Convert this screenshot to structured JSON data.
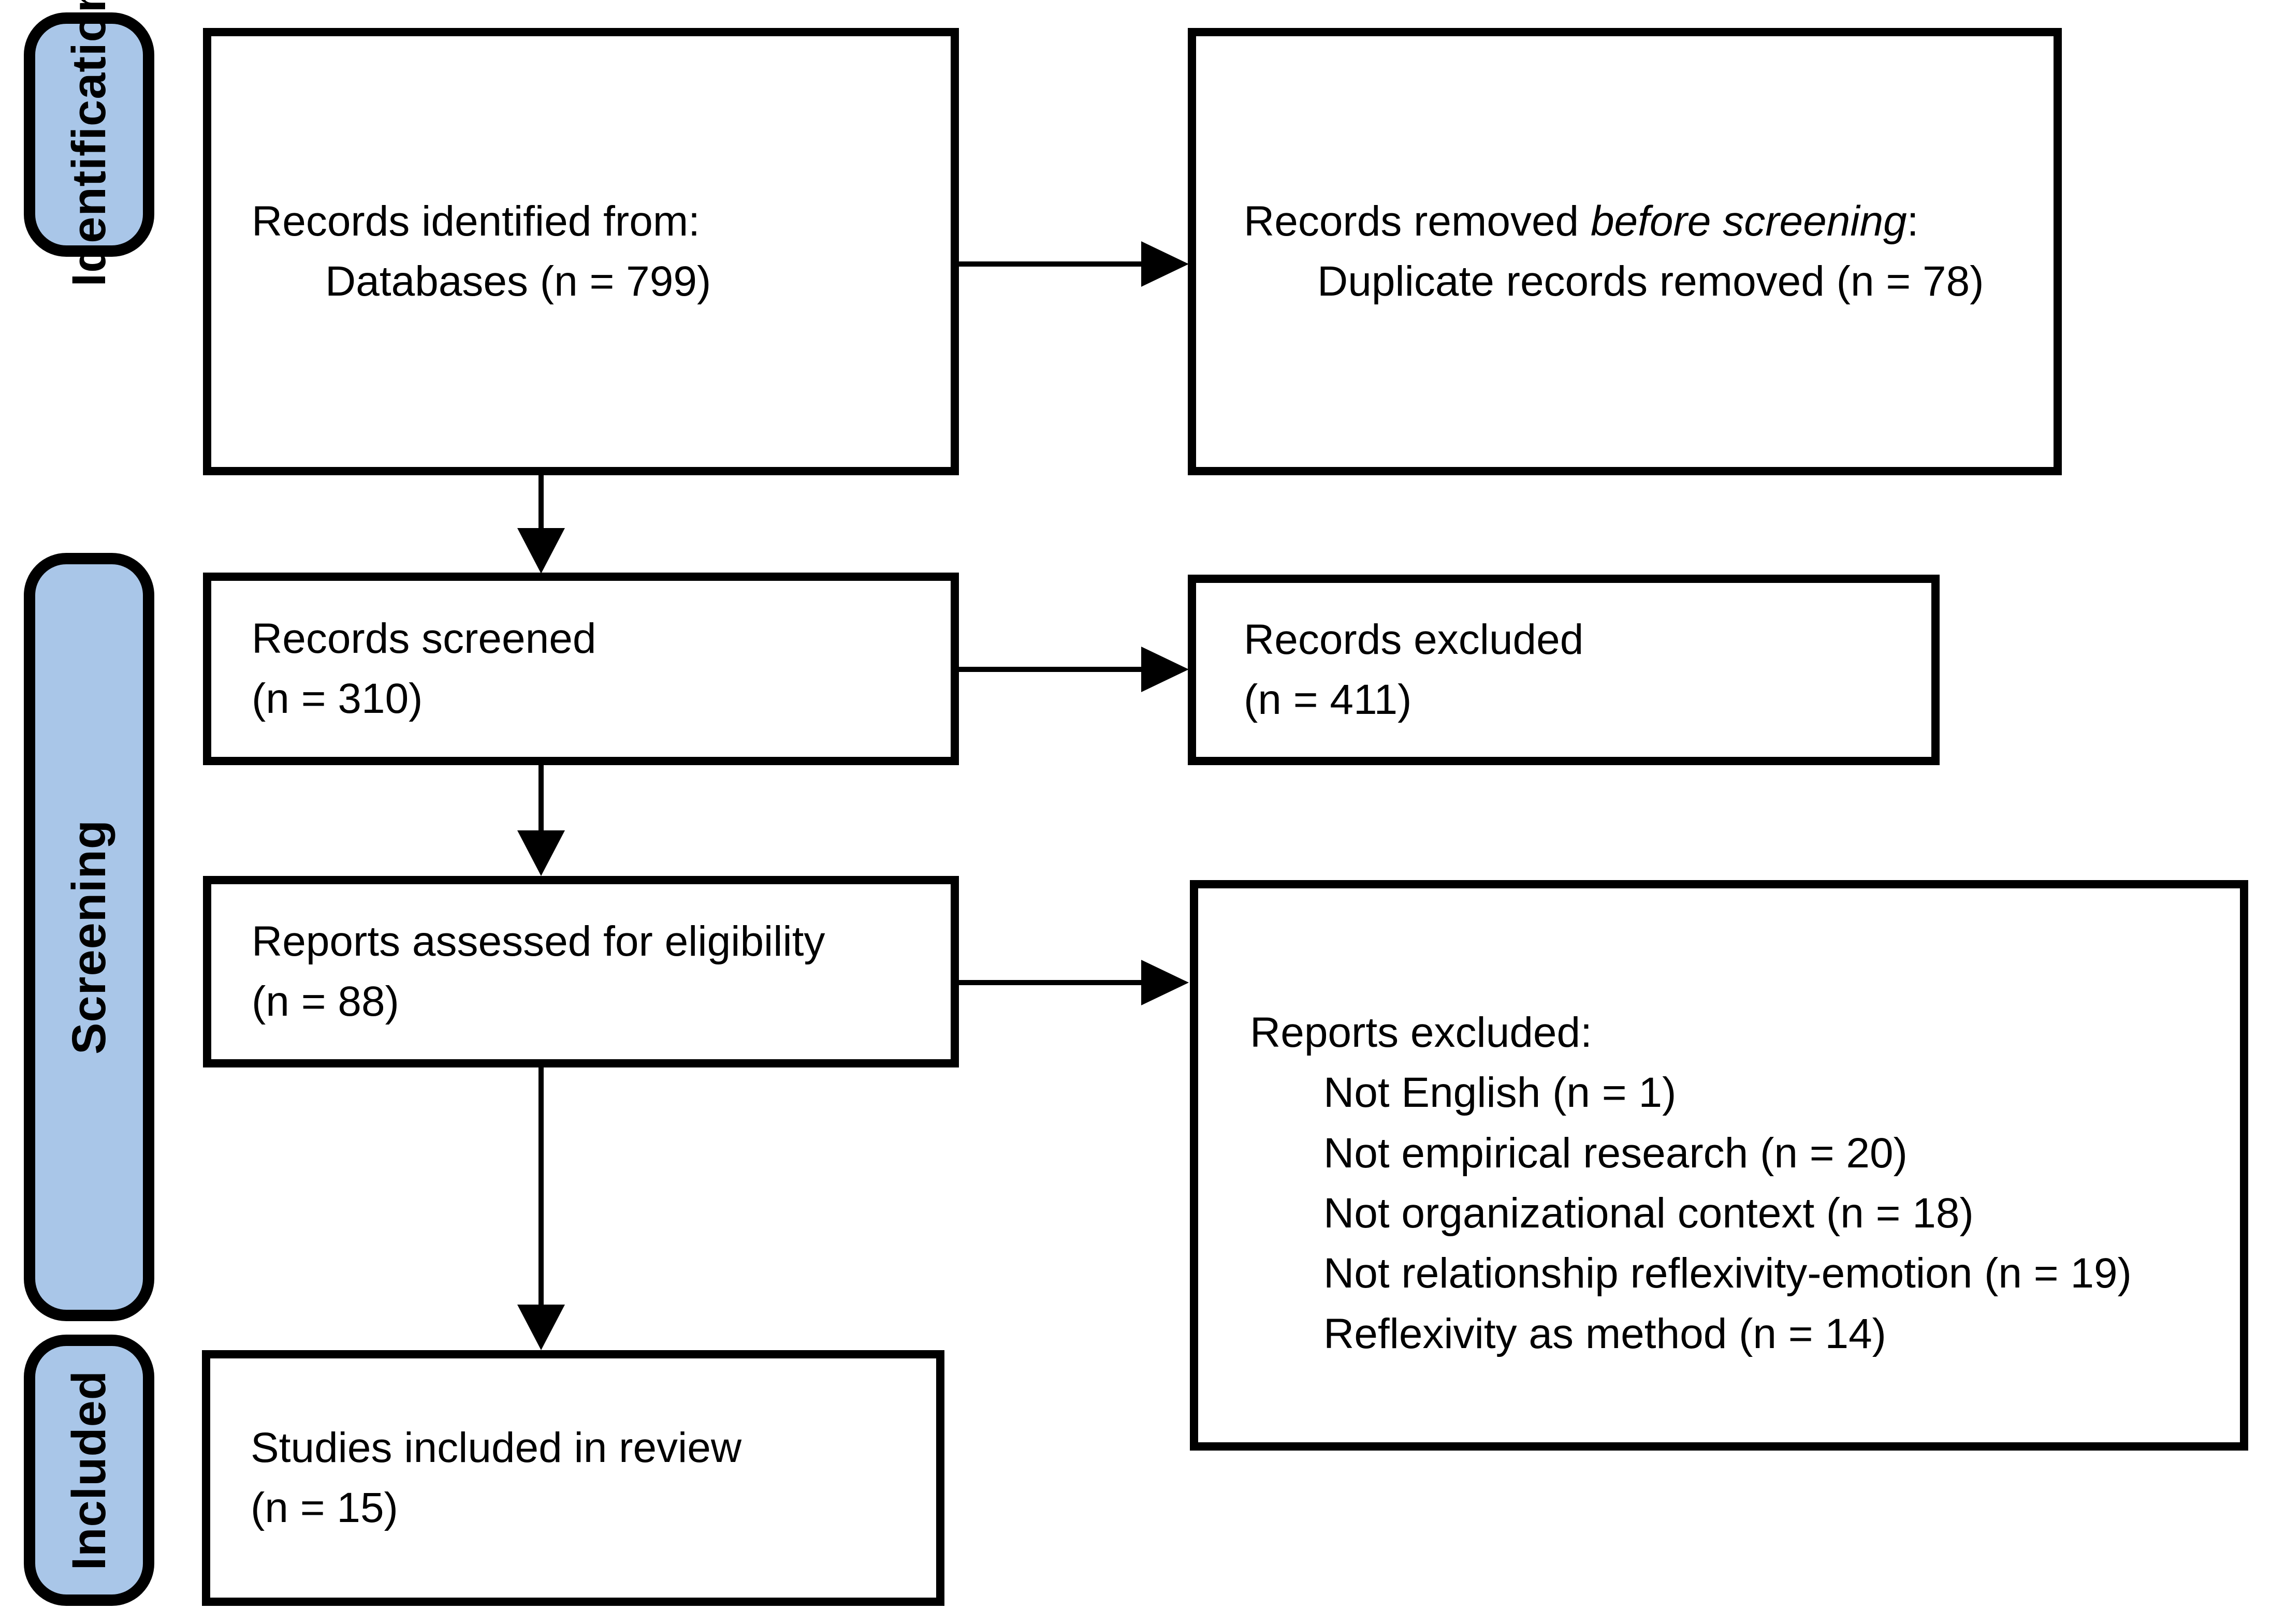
{
  "figure": {
    "type": "prisma-flow-diagram",
    "background_color": "#ffffff",
    "stage_fill_color": "#a9c6e8",
    "border_color": "#000000"
  },
  "stages": [
    {
      "id": "identification",
      "label": "Identification"
    },
    {
      "id": "screening",
      "label": "Screening"
    },
    {
      "id": "included",
      "label": "Included"
    }
  ],
  "boxes": {
    "identified": {
      "line1": "Records identified from:",
      "line2": "Databases (n = 799)"
    },
    "removed": {
      "line1_pre": "Records removed ",
      "line1_italic": "before screening",
      "line1_post": ":",
      "line2": "Duplicate records removed (n = 78)"
    },
    "screened": {
      "line1": "Records screened",
      "line2": "(n = 310)"
    },
    "records_excluded": {
      "line1": "Records excluded",
      "line2": "(n = 411)"
    },
    "assessed": {
      "line1": "Reports assessed for eligibility",
      "line2": "(n = 88)"
    },
    "reports_excluded": {
      "title": "Reports excluded:",
      "items": [
        "Not English (n = 1)",
        "Not empirical research (n = 20)",
        "Not organizational context (n = 18)",
        "Not relationship reflexivity-emotion (n = 19)",
        "Reflexivity as method (n = 14)"
      ]
    },
    "included_studies": {
      "line1": "Studies included in review",
      "line2": "(n = 15)"
    }
  }
}
